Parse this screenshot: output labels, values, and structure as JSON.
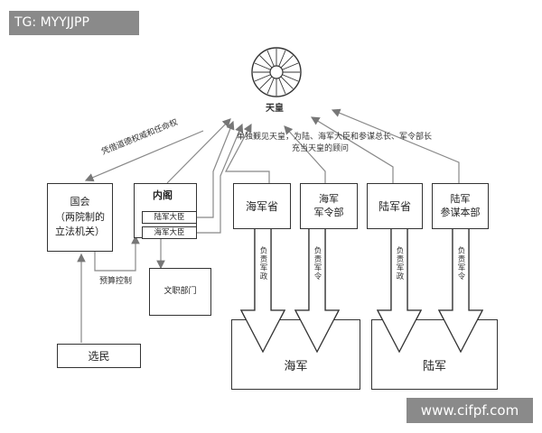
{
  "watermark_top": "TG: MYYJJPP",
  "watermark_bottom": "www.cifpf.com",
  "emperor": "天皇",
  "top_note_line1": "单独觐见天皇，为陆、海军大臣和参谋总长、军令部长",
  "top_note_line2": "充当天皇的顾问",
  "left_note": "凭借道德权威和任命权",
  "diet": "国会\n（两院制的\n立法机关）",
  "cabinet": "内阁",
  "army_minister": "陆军大臣",
  "navy_minister": "海军大臣",
  "civil_dept": "文职部门",
  "budget": "预算控制",
  "voters": "选民",
  "navy_ministry": "海军省",
  "navy_command": "海军\n军令部",
  "army_ministry": "陆军省",
  "army_staff": "陆军\n参谋本部",
  "resp_admin": "负责军政",
  "resp_command": "负责军令",
  "navy": "海军",
  "army": "陆军"
}
